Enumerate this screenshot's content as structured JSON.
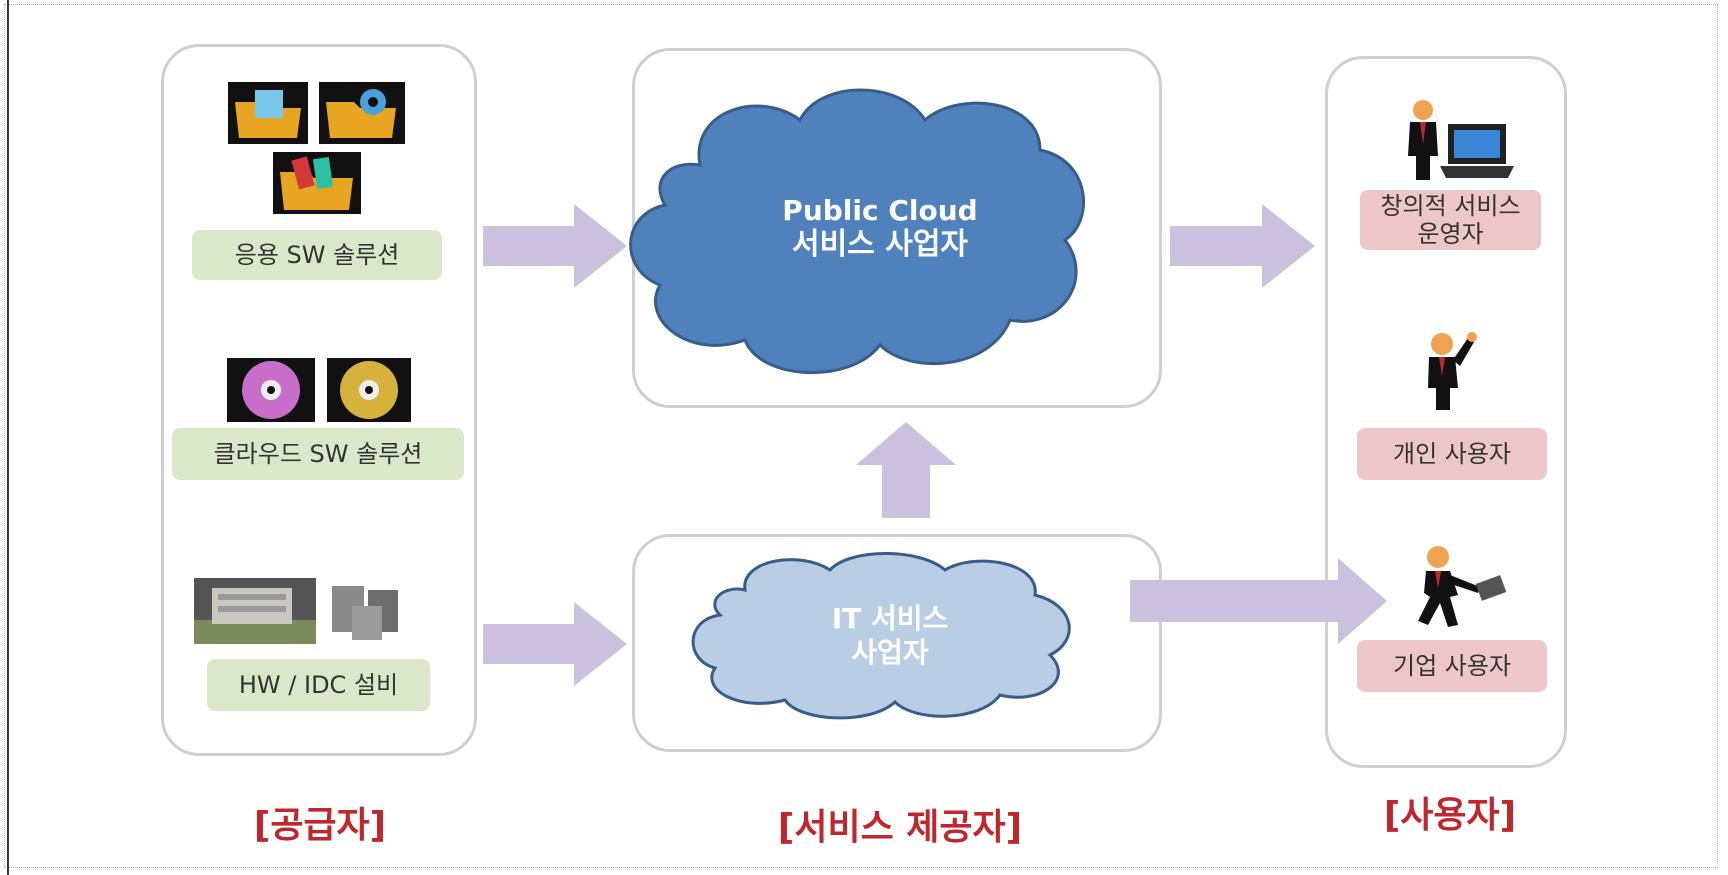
{
  "supplier": {
    "items": [
      {
        "label": "응용 SW 솔루션",
        "icon": "software-folder-icons"
      },
      {
        "label": "클라우드 SW 솔루션",
        "icon": "disc-icons"
      },
      {
        "label": "HW / IDC 설비",
        "icon": "datacenter-server-icons"
      }
    ],
    "role_label": "[공급자]"
  },
  "provider": {
    "public_cloud": {
      "line1": "Public Cloud",
      "line2": "서비스 사업자"
    },
    "it_service": {
      "line1": "IT 서비스",
      "line2": "사업자"
    },
    "role_label": "[서비스 제공자]"
  },
  "user": {
    "items": [
      {
        "line1": "창의적 서비스",
        "line2": "운영자",
        "icon": "businessman-laptop-icon"
      },
      {
        "line1": "개인 사용자",
        "icon": "person-waving-icon"
      },
      {
        "line1": "기업 사용자",
        "icon": "businessman-running-icon"
      }
    ],
    "role_label": "[사용자]"
  },
  "colors": {
    "arrow": "#cbc0dd",
    "cloud_dark": "#4f81bd",
    "cloud_light": "#b9cde5",
    "green_label": "#dbe7c9",
    "pink_label": "#ecc6c8",
    "role_text": "#c0272d"
  }
}
